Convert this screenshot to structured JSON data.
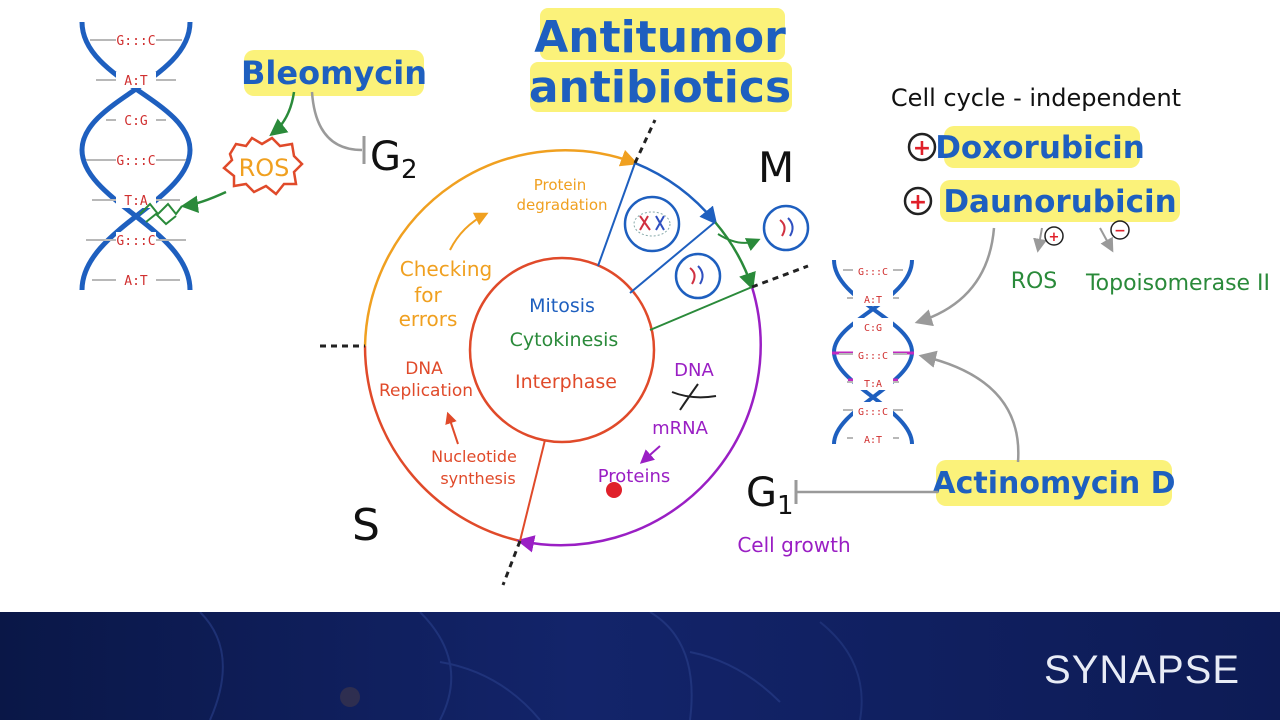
{
  "title": {
    "line1": "Antitumor",
    "line2": "antibiotics"
  },
  "phases": {
    "g2": "G",
    "g2_sub": "2",
    "m": "M",
    "s": "S",
    "g1": "G",
    "g1_sub": "1"
  },
  "inner": {
    "mitosis": "Mitosis",
    "cytokinesis": "Cytokinesis",
    "interphase": "Interphase"
  },
  "labels": {
    "protein_degradation_1": "Protein",
    "protein_degradation_2": "degradation",
    "checking_1": "Checking",
    "checking_2": "for",
    "checking_3": "errors",
    "dna_rep_1": "DNA",
    "dna_rep_2": "Replication",
    "nucleotide_1": "Nucleotide",
    "nucleotide_2": "synthesis",
    "dna": "DNA",
    "mrna": "mRNA",
    "proteins": "Proteins",
    "cell_growth": "Cell growth"
  },
  "drugs": {
    "bleomycin": "Bleomycin",
    "ros": "ROS",
    "cycle_independent": "Cell cycle - independent",
    "plus": "+",
    "minus": "−",
    "doxorubicin": "Doxorubicin",
    "daunorubicin": "Daunorubicin",
    "ros2": "ROS",
    "topo": "Topoisomerase II",
    "actinomycin": "Actinomycin D"
  },
  "dna_left": {
    "bases": [
      "G:::C",
      "A:T",
      "C:G",
      "G:::C",
      "T:A",
      "G:::C",
      "A:T"
    ]
  },
  "dna_right": {
    "bases": [
      "G:::C",
      "A:T",
      "C:G",
      "G:::C",
      "T:A",
      "G:::C",
      "A:T"
    ]
  },
  "footer": {
    "brand": "SYNAPSE"
  },
  "colors": {
    "blue": "#1e5fbf",
    "orange": "#f0a020",
    "red": "#e04a2a",
    "purple": "#9a1fc4",
    "green": "#2a8a3a",
    "yellow_highlight": "#fbf27a",
    "gray": "#9a9a9a"
  }
}
